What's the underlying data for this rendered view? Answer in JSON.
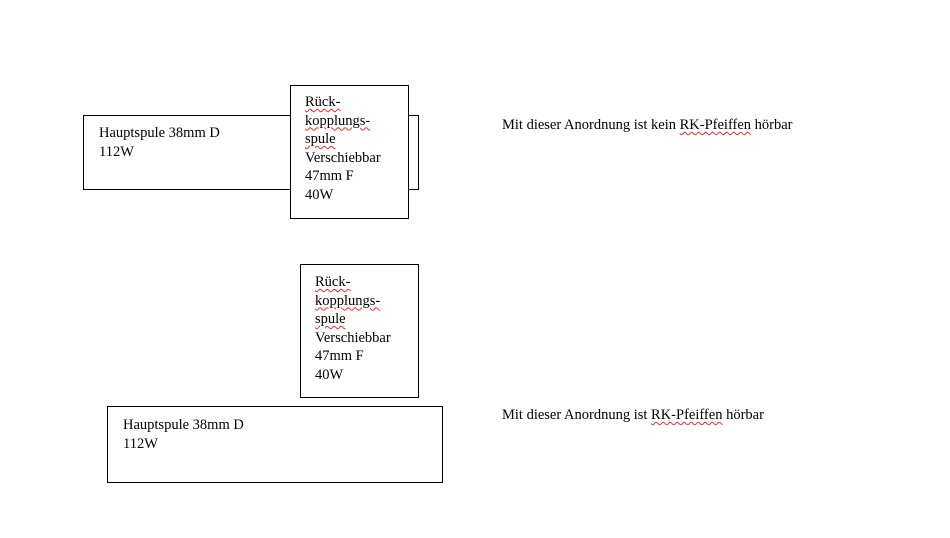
{
  "arrangements": [
    {
      "main_coil": {
        "lines": [
          "Hauptspule 38mm D",
          "112W"
        ]
      },
      "feedback_coil": {
        "lines": [
          "Rück-",
          "kopplungs-",
          "spule",
          "Verschiebbar",
          "47mm F",
          "40W"
        ]
      },
      "note": {
        "prefix": "Mit dieser Anordnung ist kein ",
        "flagged": "RK-Pfeiffen",
        "suffix": " hörbar"
      }
    },
    {
      "main_coil": {
        "lines": [
          "Hauptspule 38mm D",
          "112W"
        ]
      },
      "feedback_coil": {
        "lines": [
          "Rück-",
          "kopplungs-",
          "spule",
          "Verschiebbar",
          "47mm F",
          "40W"
        ]
      },
      "note": {
        "prefix": "Mit dieser Anordnung ist ",
        "flagged": "RK-Pfeiffen",
        "suffix": " hörbar"
      }
    }
  ],
  "spellcheck_color": "#e03030"
}
